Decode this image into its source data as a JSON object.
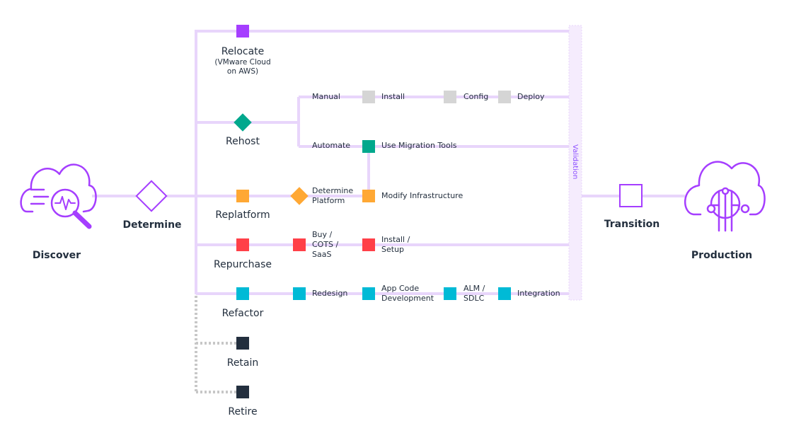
{
  "stages": {
    "discover": "Discover",
    "determine": "Determine",
    "transition": "Transition",
    "production": "Production",
    "validation": "Validation"
  },
  "strategies": {
    "relocate": "Relocate",
    "relocate_note": "(VMware Cloud\non AWS)",
    "rehost": "Rehost",
    "replatform": "Replatform",
    "repurchase": "Repurchase",
    "refactor": "Refactor",
    "retain": "Retain",
    "retire": "Retire"
  },
  "steps": {
    "manual": "Manual",
    "install": "Install",
    "config": "Config",
    "deploy": "Deploy",
    "automate": "Automate",
    "use_migration_tools": "Use Migration Tools",
    "determine_platform": "Determine\nPlatform",
    "modify_infrastructure": "Modify Infrastructure",
    "buy_cots_saas": "Buy /\nCOTS /\nSaaS",
    "install_setup": "Install /\nSetup",
    "redesign": "Redesign",
    "app_code_development": "App Code\nDevelopment",
    "alm_sdlc": "ALM /\nSDLC",
    "integration": "Integration"
  },
  "colors": {
    "line": "#e8d5fb",
    "accent": "#8c4fff",
    "relocate": "#a53eff",
    "rehost": "#01a88d",
    "replatform": "#ffa834",
    "repurchase": "#ff4048",
    "refactor": "#00bad6",
    "gray": "#d5d5d5",
    "dark": "#232f3e",
    "dotted": "#c7c7c7"
  }
}
